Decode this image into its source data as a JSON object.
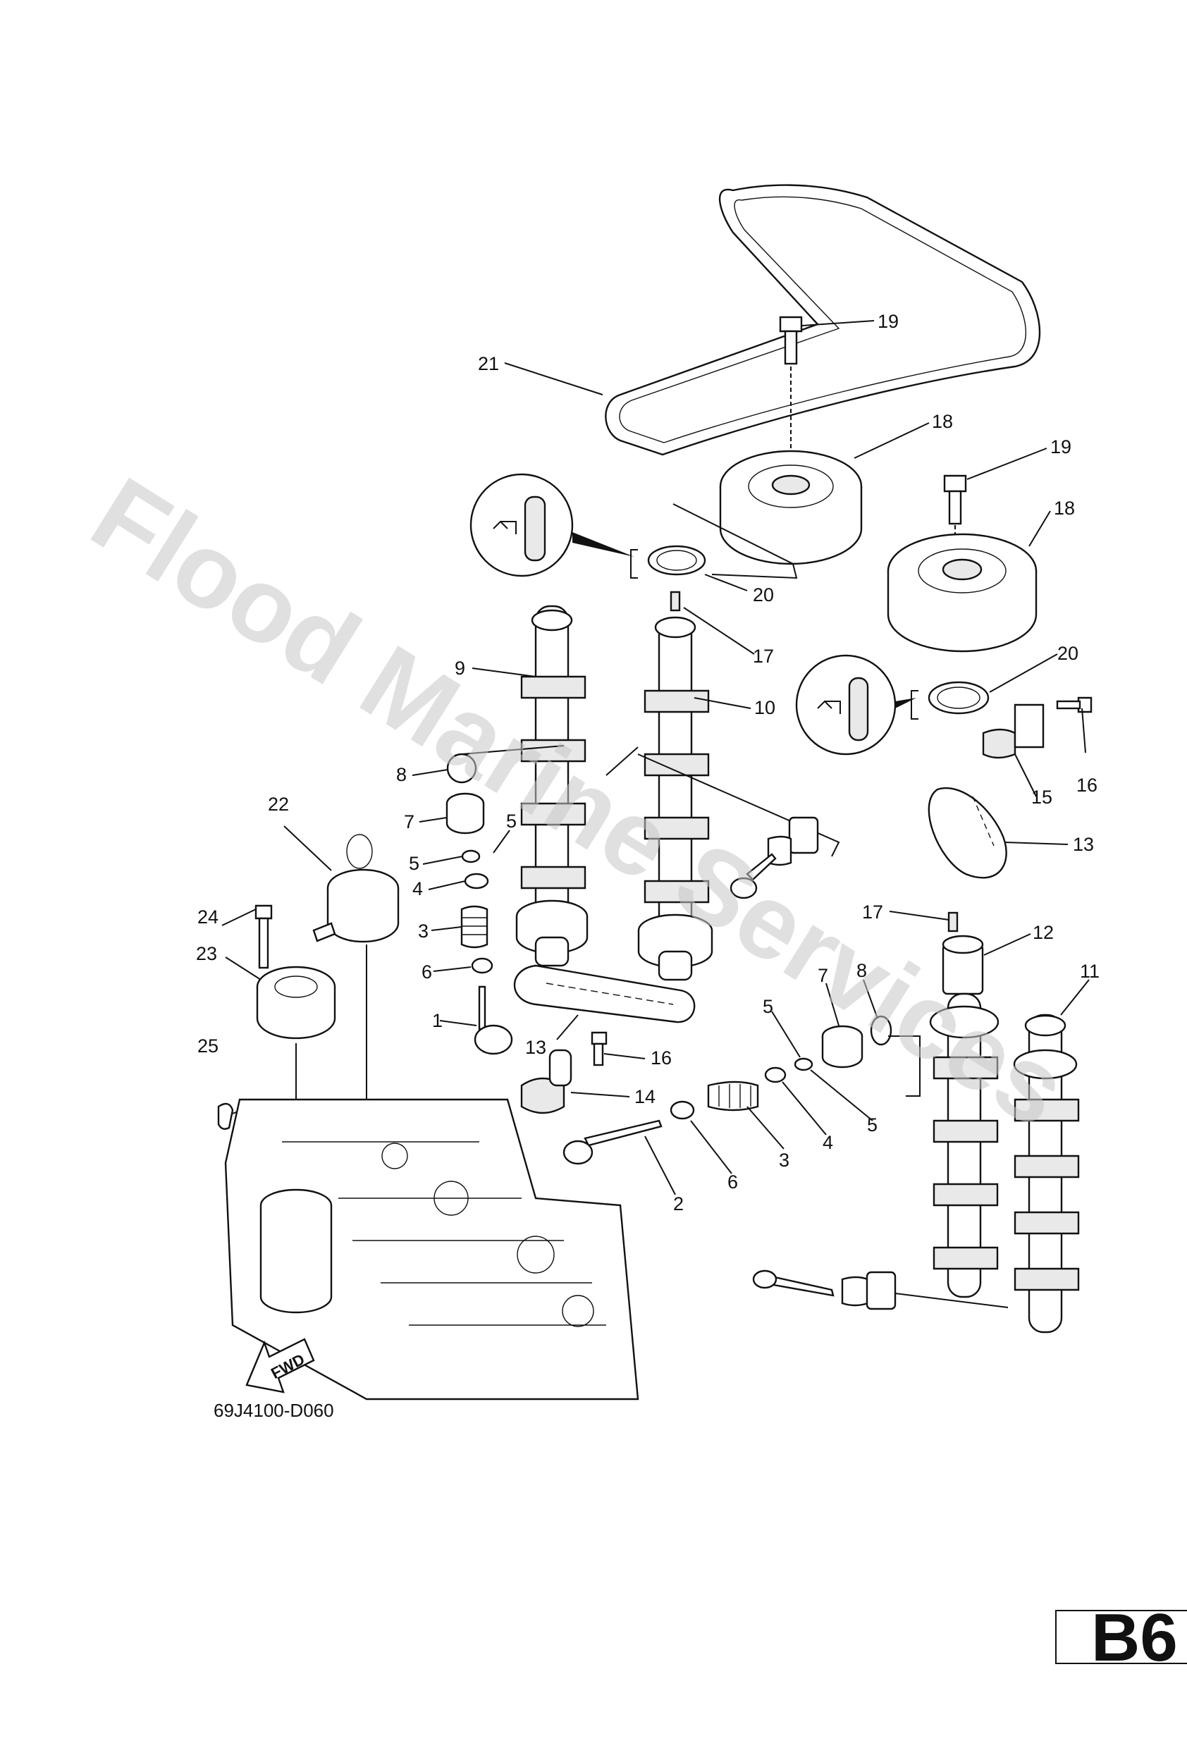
{
  "watermark": "Flood Marine Services",
  "drawing_code": "69J4100-D060",
  "page_code": "B6",
  "fwd_label": "FWD",
  "callouts": [
    {
      "id": "c21",
      "text": "21"
    },
    {
      "id": "c19a",
      "text": "19"
    },
    {
      "id": "c18a",
      "text": "18"
    },
    {
      "id": "c19b",
      "text": "19"
    },
    {
      "id": "c18b",
      "text": "18"
    },
    {
      "id": "c20a",
      "text": "20"
    },
    {
      "id": "c17a",
      "text": "17"
    },
    {
      "id": "c9",
      "text": "9"
    },
    {
      "id": "c10",
      "text": "10"
    },
    {
      "id": "c20b",
      "text": "20"
    },
    {
      "id": "c16a",
      "text": "16"
    },
    {
      "id": "c15",
      "text": "15"
    },
    {
      "id": "c8a",
      "text": "8"
    },
    {
      "id": "c7a",
      "text": "7"
    },
    {
      "id": "c5a",
      "text": "5"
    },
    {
      "id": "c5b",
      "text": "5"
    },
    {
      "id": "c4a",
      "text": "4"
    },
    {
      "id": "c3a",
      "text": "3"
    },
    {
      "id": "c6a",
      "text": "6"
    },
    {
      "id": "c1",
      "text": "1"
    },
    {
      "id": "c22",
      "text": "22"
    },
    {
      "id": "c24",
      "text": "24"
    },
    {
      "id": "c23",
      "text": "23"
    },
    {
      "id": "c25",
      "text": "25"
    },
    {
      "id": "c13a",
      "text": "13"
    },
    {
      "id": "c16b",
      "text": "16"
    },
    {
      "id": "c14",
      "text": "14"
    },
    {
      "id": "c13b",
      "text": "13"
    },
    {
      "id": "c17b",
      "text": "17"
    },
    {
      "id": "c12",
      "text": "12"
    },
    {
      "id": "c11",
      "text": "11"
    },
    {
      "id": "c7b",
      "text": "7"
    },
    {
      "id": "c8b",
      "text": "8"
    },
    {
      "id": "c5c",
      "text": "5"
    },
    {
      "id": "c5d",
      "text": "5"
    },
    {
      "id": "c4b",
      "text": "4"
    },
    {
      "id": "c3b",
      "text": "3"
    },
    {
      "id": "c6b",
      "text": "6"
    },
    {
      "id": "c2",
      "text": "2"
    }
  ]
}
